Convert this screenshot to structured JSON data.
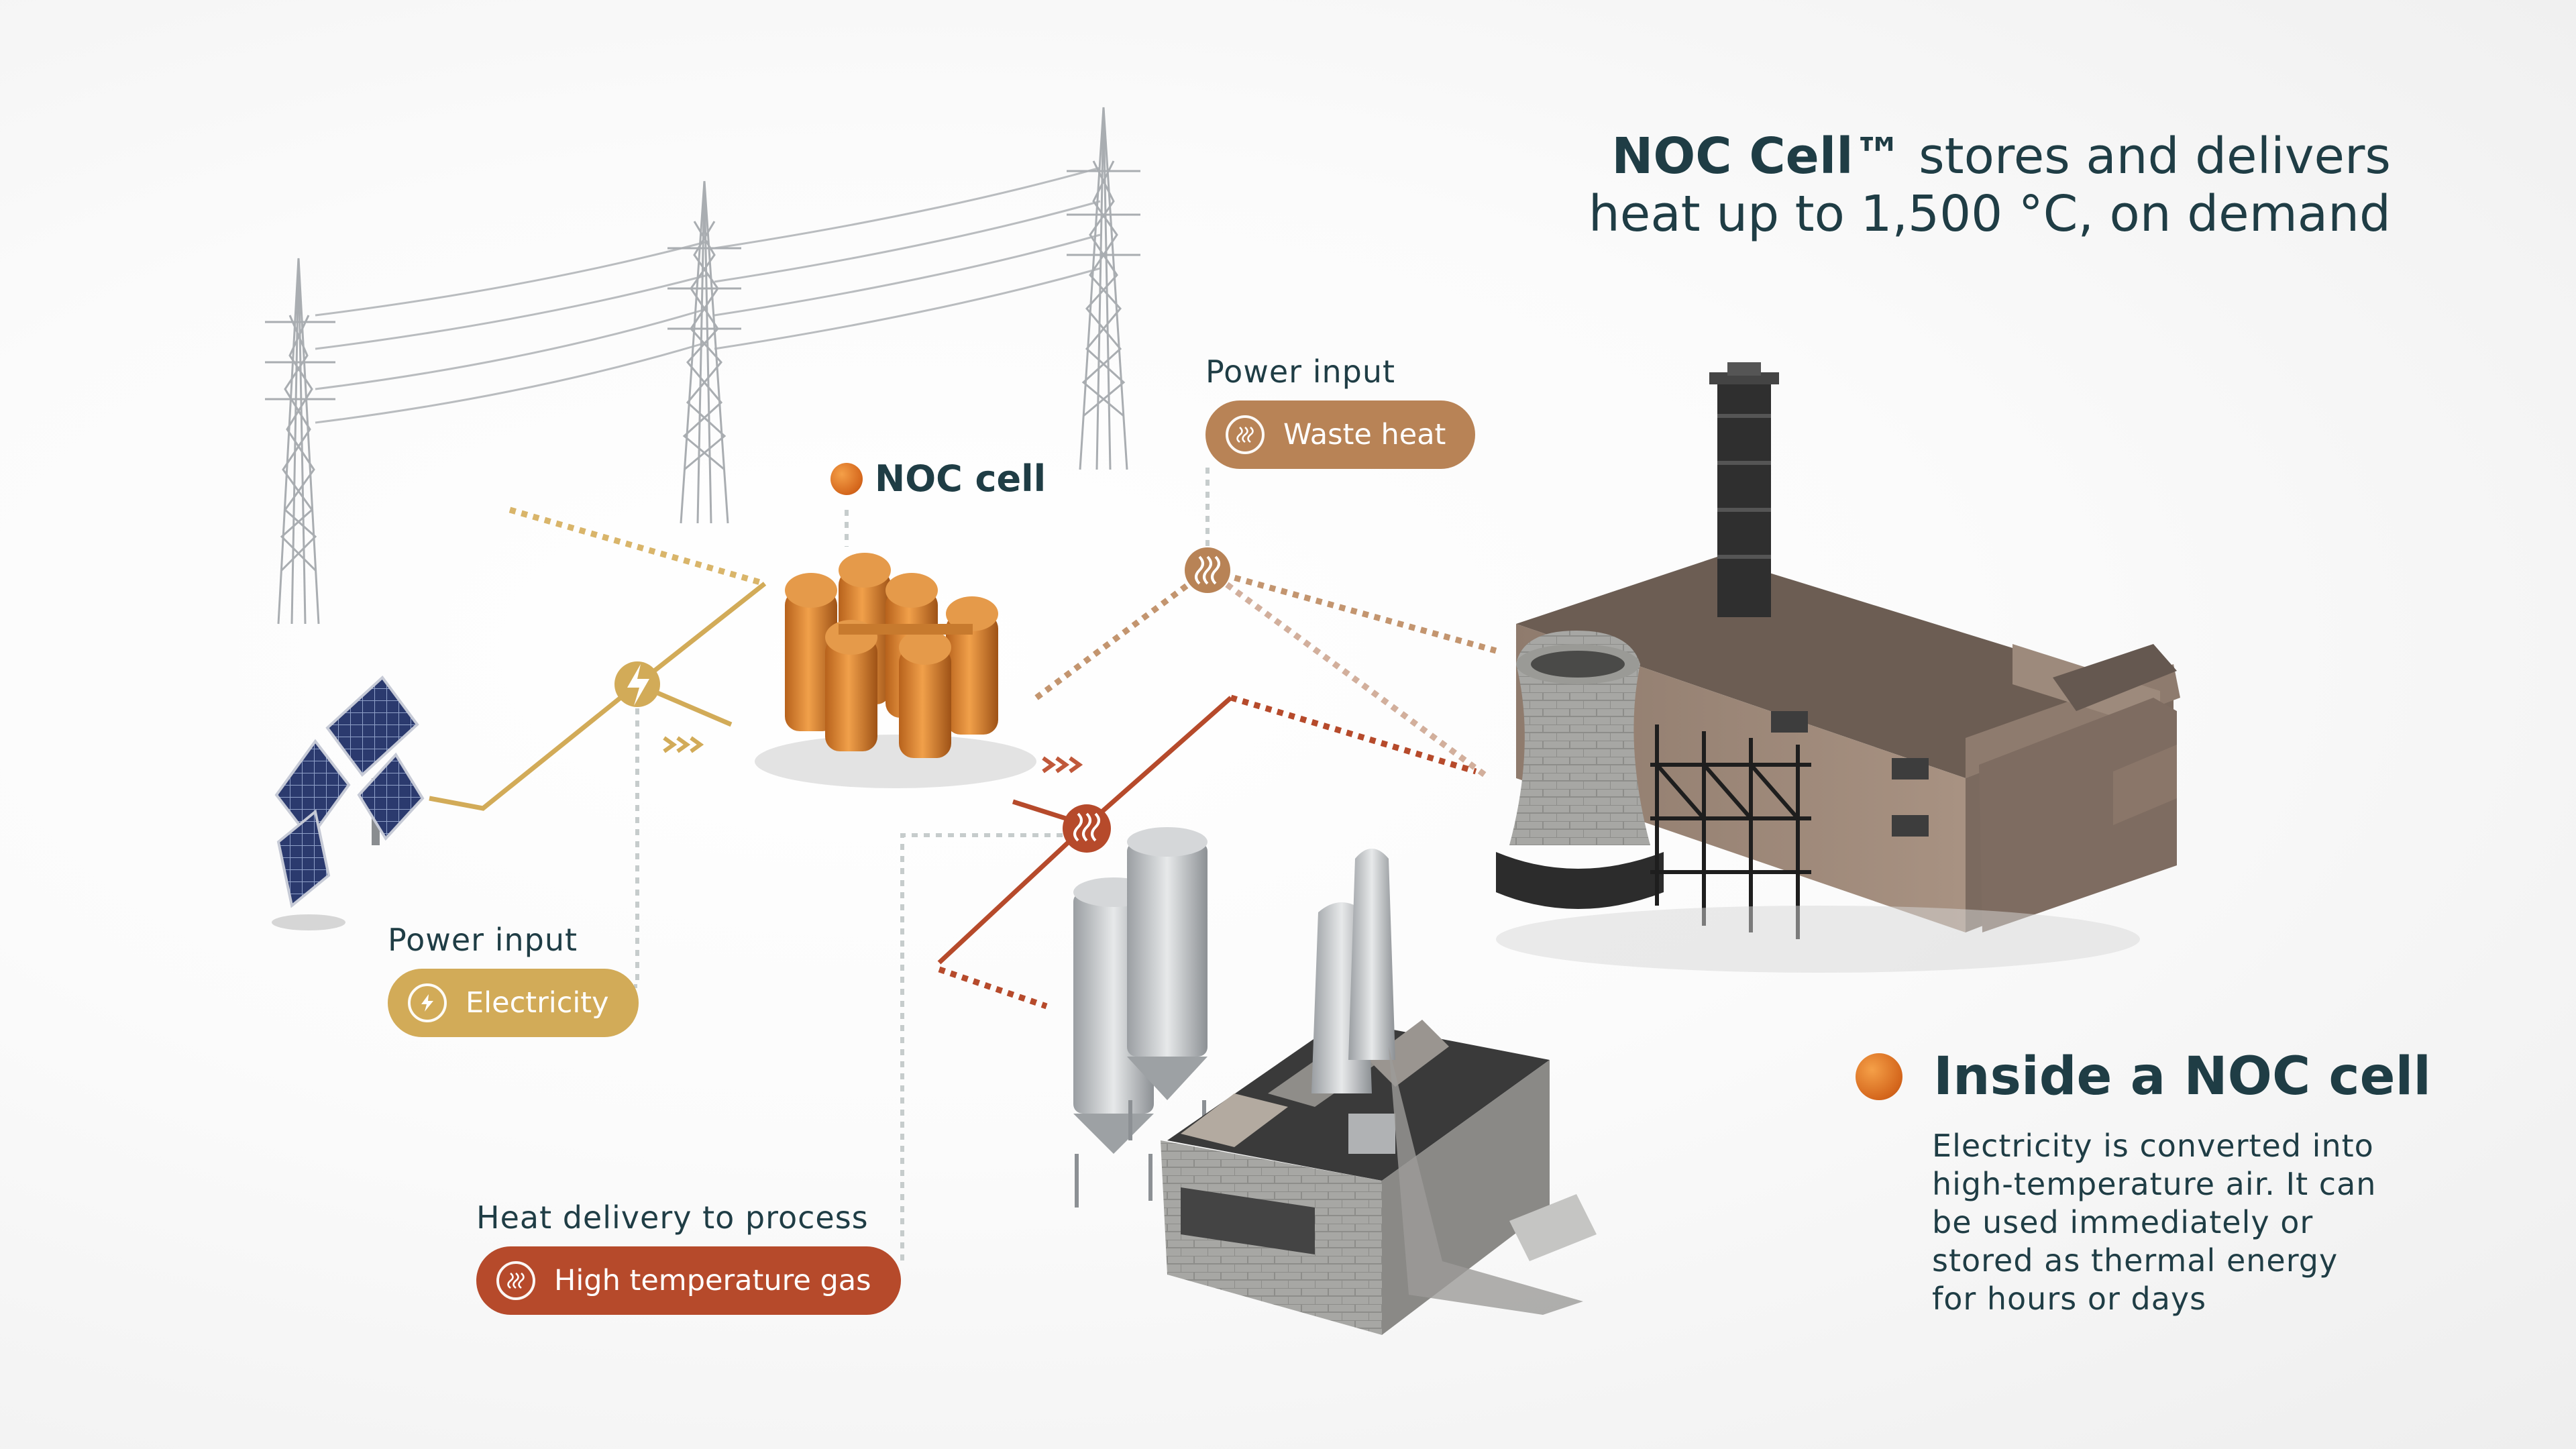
{
  "headline": {
    "bold": "NOC Cell™",
    "rest_line1": " stores and delivers",
    "line2": "heat up to 1,500 °C, on demand"
  },
  "noc_cell_label": "NOC cell",
  "inputs": {
    "waste_heat": {
      "caption": "Power input",
      "pill": "Waste heat",
      "icon": "heat-waves-icon",
      "color": "#b88356"
    },
    "electricity": {
      "caption": "Power input",
      "pill": "Electricity",
      "icon": "lightning-bolt-icon",
      "color": "#d2ab58"
    },
    "gas": {
      "caption": "Heat delivery to process",
      "pill": "High temperature gas",
      "icon": "heat-waves-icon",
      "color": "#b64a2b"
    }
  },
  "inside": {
    "title": "Inside a NOC cell",
    "lines": [
      "Electricity is converted into",
      "high-temperature air. It can",
      "be used immediately or",
      "stored as thermal energy",
      "for hours or days"
    ]
  },
  "colors": {
    "text": "#1f3d45",
    "gold": "#d2ab58",
    "copper": "#b88356",
    "rust": "#b64a2b",
    "orange_dot": "#e2792a"
  }
}
